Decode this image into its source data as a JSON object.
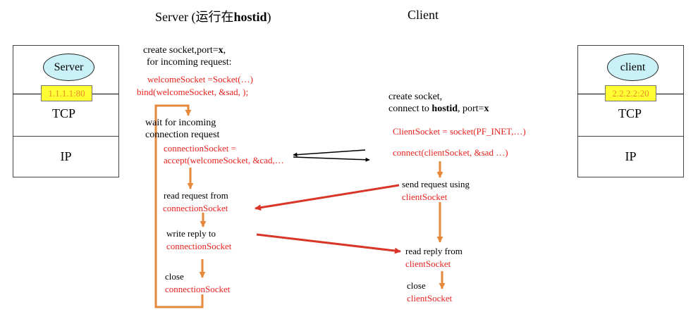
{
  "headers": {
    "server_prefix": "Server (运行在",
    "server_host": "hostid",
    "server_suffix": ")",
    "client": "Client"
  },
  "server_stack": {
    "process": "Server",
    "address": "1.1.1.1:80",
    "transport": "TCP",
    "network": "IP"
  },
  "client_stack": {
    "process": "client",
    "address": "2.2.2.2:20",
    "transport": "TCP",
    "network": "IP"
  },
  "server_steps": {
    "create_line1_a": "create socket,port=",
    "create_line1_b": "x",
    "create_line1_c": ",",
    "create_line2": "for incoming request:",
    "code_socket": "welcomeSocket =Socket(…)",
    "code_bind": "bind(welcomeSocket, &sad, );",
    "wait_line1": "wait for incoming",
    "wait_line2": "connection request",
    "code_conn": "connectionSocket =",
    "code_accept": "accept(welcomeSocket, &cad,…",
    "read_label": "read request from",
    "read_socket": "connectionSocket",
    "write_label": "write reply to",
    "write_socket": "connectionSocket",
    "close_label": "close",
    "close_socket": "connectionSocket"
  },
  "client_steps": {
    "create_line1": "create socket,",
    "create_line2_a": "connect to ",
    "create_line2_b": "hostid",
    "create_line2_c": ", port=",
    "create_line2_d": "x",
    "code_socket": "ClientSocket = socket(PF_INET,…)",
    "code_connect": "connect(clientSocket, &sad …)",
    "send_label": "send request using",
    "send_socket": "clientSocket",
    "read_label": "read reply from",
    "read_socket": "clientSocket",
    "close_label": "close",
    "close_socket": "clientSocket"
  },
  "colors": {
    "code_red": "#e8231f",
    "flow_orange": "#e58a3c",
    "arrow_red": "#d9362a",
    "ellipse_fill": "#c9f1f7",
    "address_fill": "#ffff33"
  }
}
